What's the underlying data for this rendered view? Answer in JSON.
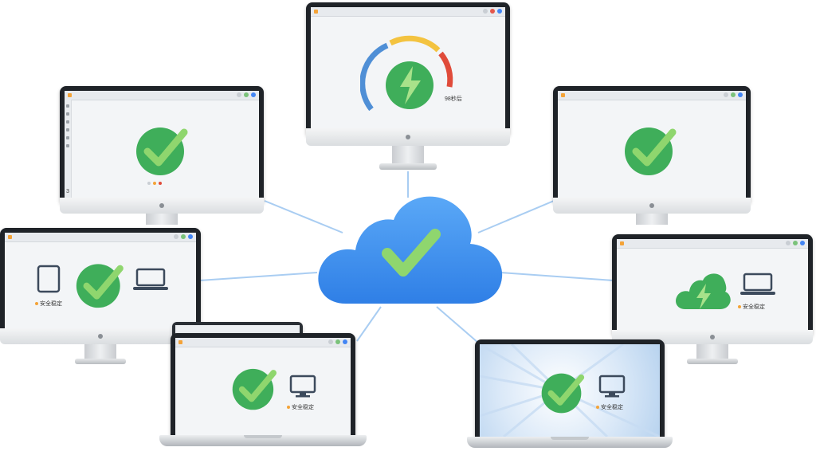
{
  "colors": {
    "cloud": "#3d8ef0",
    "check_green": "#3fae5a",
    "check_stroke": "#8fd66e",
    "line": "#a9cdf2",
    "gauge_blue": "#4f8fd6",
    "gauge_yellow": "#f3c340",
    "gauge_red": "#e04b3a"
  },
  "icons": {
    "hub": "cloud-check-icon",
    "status": "green-check-icon",
    "speed": "speed-gauge-icon",
    "lightning": "lightning-icon",
    "tablet": "tablet-icon",
    "laptop": "laptop-icon",
    "monitor": "monitor-icon"
  },
  "devices": {
    "top": {
      "gauge_label": "98秒后"
    },
    "left_top": {
      "page_number": "3"
    },
    "left_mid": {
      "label": "安全稳定"
    },
    "left_bottom": {
      "label": "安全稳定"
    },
    "right_mid": {
      "label": "安全稳定"
    },
    "right_bottom": {
      "label": "安全稳定"
    }
  }
}
